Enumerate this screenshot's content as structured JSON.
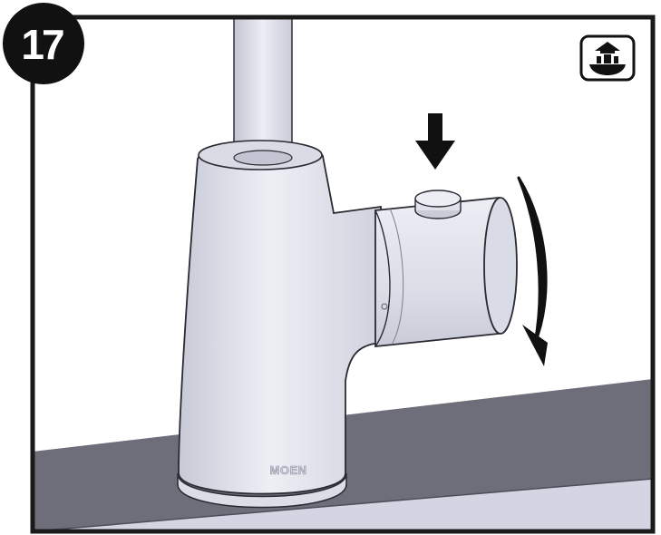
{
  "step": {
    "number": "17"
  },
  "faucet": {
    "brand": "MOEN"
  },
  "icons": {
    "step_badge": "step-number-badge",
    "top_right": "sink-install-icon",
    "press": "down-arrow-icon",
    "rotate": "curved-rotation-arrow-icon"
  },
  "colors": {
    "frame": "#1a1a1a",
    "background": "#ffffff",
    "faucet": "#e2e3ec",
    "faucet_shadow": "#c4c6d3",
    "counter_top": "#6e6e7a",
    "counter_front": "#d4d5e2"
  }
}
